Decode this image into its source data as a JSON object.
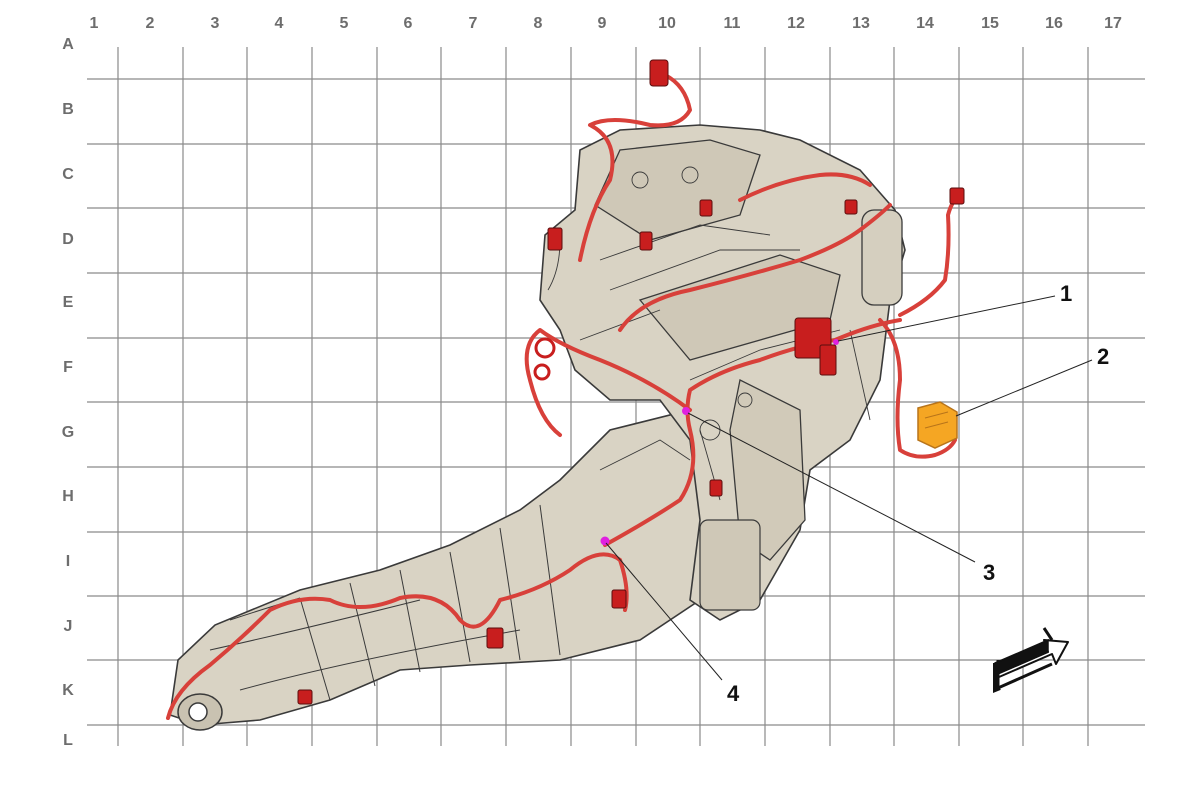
{
  "grid": {
    "columns": [
      "1",
      "2",
      "3",
      "4",
      "5",
      "6",
      "7",
      "8",
      "9",
      "10",
      "11",
      "12",
      "13",
      "14",
      "15",
      "16",
      "17"
    ],
    "rows": [
      "A",
      "B",
      "C",
      "D",
      "E",
      "F",
      "G",
      "H",
      "I",
      "J",
      "K",
      "L"
    ]
  },
  "callouts": [
    {
      "label": "1",
      "part": "connector"
    },
    {
      "label": "2",
      "part": "module"
    },
    {
      "label": "3",
      "part": "ground-point"
    },
    {
      "label": "4",
      "part": "ground-point"
    }
  ],
  "colors": {
    "grid_line": "#8a8a8a",
    "label": "#6d6d6d",
    "engine_fill": "#d9d3c4",
    "engine_stroke": "#3a3a3a",
    "harness": "#d8403a",
    "connector": "#c81e1e",
    "highlight_module": "#f5a623",
    "marker": "#e020e0"
  },
  "icons": {
    "direction_arrow": "front-direction-arrow-icon"
  }
}
